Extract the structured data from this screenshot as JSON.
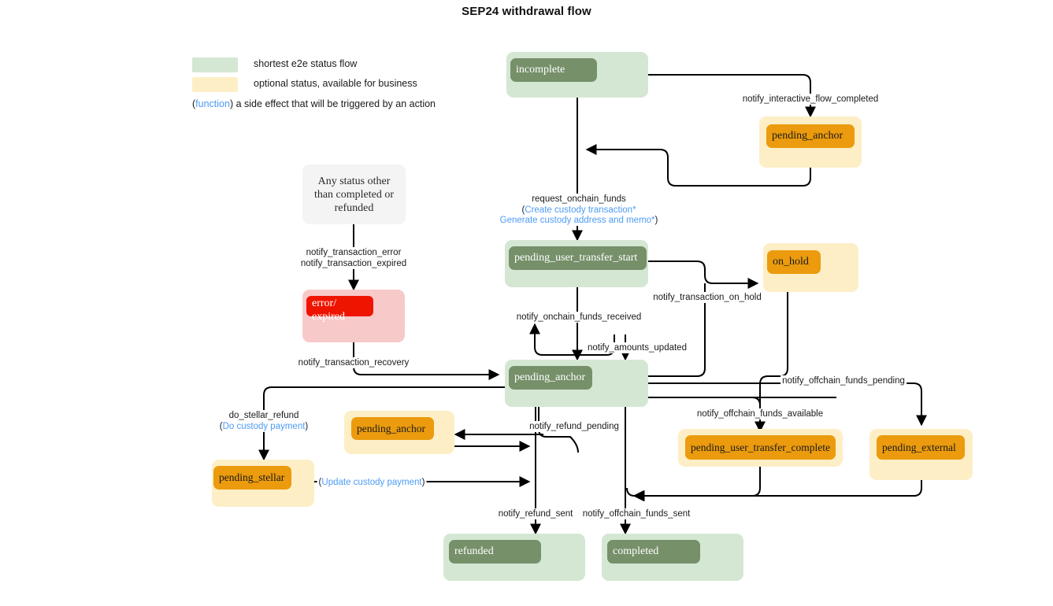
{
  "title": "SEP24 withdrawal flow",
  "legend": {
    "items": [
      {
        "swatch": "#d4e7d3",
        "label": "shortest e2e status flow"
      },
      {
        "swatch": "#fdeec5",
        "label": "optional status, available for business"
      }
    ],
    "function_note_open": "(",
    "function_note_word": "function",
    "function_note_close": ")",
    "function_note_text": "a side effect that will be triggered by an action"
  },
  "colors": {
    "green_outer": "#d4e7d3",
    "green_inner": "#76906a",
    "orange_outer": "#fdeec5",
    "orange_inner": "#eb9b0d",
    "red_outer": "#f8c9c9",
    "red_inner": "#ef1400",
    "grey_outer": "#f4f4f4",
    "function_blue": "#4d9bf5",
    "edge": "#000000"
  },
  "nodes": {
    "incomplete": "incomplete",
    "pending_anchor_top": "pending_anchor",
    "any_status": "Any status other\nthan completed or\nrefunded",
    "error_expired": "error/\nexpired",
    "pending_user_transfer_start": "pending_user_transfer_start",
    "on_hold": "on_hold",
    "pending_anchor_center": "pending_anchor",
    "pending_anchor_refund": "pending_anchor",
    "pending_stellar": "pending_stellar",
    "pending_user_transfer_complete": "pending_user_transfer_complete",
    "pending_external": "pending_external",
    "refunded": "refunded",
    "completed": "completed"
  },
  "edges": {
    "notify_interactive_flow_completed": "notify_interactive_flow_completed",
    "request_onchain_funds": "request_onchain_funds",
    "request_onchain_funds_fn1": "Create custody transaction*",
    "request_onchain_funds_fn2": "Generate custody address and memo*",
    "notify_transaction_error": "notify_transaction_error",
    "notify_transaction_expired": "notify_transaction_expired",
    "notify_transaction_recovery": "notify_transaction_recovery",
    "notify_onchain_funds_received": "notify_onchain_funds_received",
    "notify_amounts_updated": "notify_amounts_updated",
    "notify_transaction_on_hold": "notify_transaction_on_hold",
    "notify_offchain_funds_pending": "notify_offchain_funds_pending",
    "notify_offchain_funds_available": "notify_offchain_funds_available",
    "notify_refund_pending": "notify_refund_pending",
    "do_stellar_refund": "do_stellar_refund",
    "do_stellar_refund_fn": "Do custody payment",
    "update_custody_payment_fn": "Update custody payment",
    "notify_refund_sent": "notify_refund_sent",
    "notify_offchain_funds_sent": "notify_offchain_funds_sent"
  }
}
